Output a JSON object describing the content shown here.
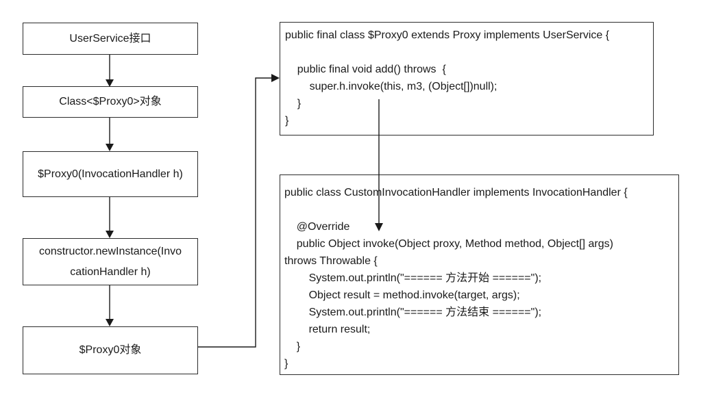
{
  "flowchart": {
    "boxes": [
      {
        "label": "UserService接口"
      },
      {
        "label": "Class<$Proxy0>对象"
      },
      {
        "label": "$Proxy0(InvocationHandler h)"
      },
      {
        "lines": [
          "constructor.newInstance(Invo",
          "cationHandler h)"
        ]
      },
      {
        "label": "$Proxy0对象"
      }
    ]
  },
  "code_boxes": {
    "proxy_class": {
      "lines": [
        "public final class $Proxy0 extends Proxy implements UserService {",
        "",
        "    public final void add() throws  {",
        "        super.h.invoke(this, m3, (Object[])null);",
        "    }",
        "}"
      ]
    },
    "invocation_handler": {
      "lines": [
        "public class CustomInvocationHandler implements InvocationHandler {",
        "",
        "    @Override",
        "    public Object invoke(Object proxy, Method method, Object[] args)",
        "throws Throwable {",
        "        System.out.println(\"====== 方法开始 ======\");",
        "        Object result = method.invoke(target, args);",
        "        System.out.println(\"====== 方法结束 ======\");",
        "        return result;",
        "    }",
        "}"
      ]
    }
  },
  "colors": {
    "border": "#2b2b2b",
    "text": "#1a1a1a",
    "background": "#ffffff"
  }
}
